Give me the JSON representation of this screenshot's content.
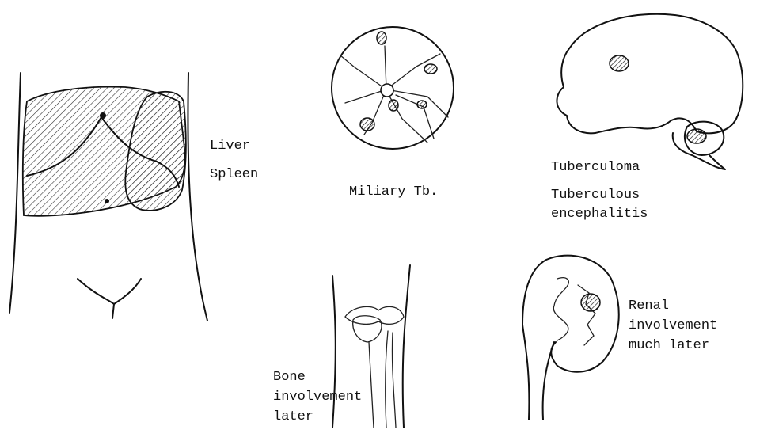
{
  "labels": {
    "liver": "Liver",
    "spleen": "Spleen",
    "miliary": "Miliary Tb.",
    "tuberculoma": "Tuberculoma",
    "encephalitis_line1": "Tuberculous",
    "encephalitis_line2": "encephalitis",
    "bone_line1": "Bone",
    "bone_line2": "involvement",
    "bone_line3": "later",
    "renal_line1": "Renal",
    "renal_line2": "involvement",
    "renal_line3": "much later"
  },
  "colors": {
    "ink": "#111111",
    "background": "#ffffff"
  }
}
